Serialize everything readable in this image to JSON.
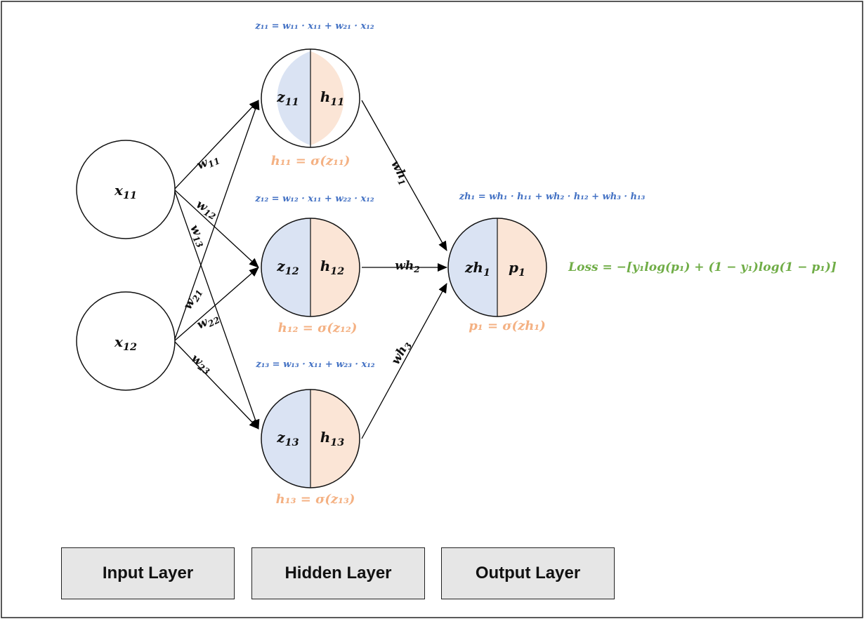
{
  "colors": {
    "z_fill": "#DAE3F3",
    "h_fill": "#FBE5D6",
    "blue_text": "#4472C4",
    "orange_text": "#F4B183",
    "green_text": "#70AD47"
  },
  "nodes": {
    "x11": {
      "base": "x",
      "sub": "11"
    },
    "x12": {
      "base": "x",
      "sub": "12"
    },
    "hidden": [
      {
        "z_base": "z",
        "z_sub": "11",
        "h_base": "h",
        "h_sub": "11"
      },
      {
        "z_base": "z",
        "z_sub": "12",
        "h_base": "h",
        "h_sub": "12"
      },
      {
        "z_base": "z",
        "z_sub": "13",
        "h_base": "h",
        "h_sub": "13"
      }
    ],
    "output": {
      "z_base": "zh",
      "z_sub": "1",
      "p_base": "p",
      "p_sub": "1"
    }
  },
  "weights": {
    "w11": {
      "base": "w",
      "sub": "11"
    },
    "w12": {
      "base": "w",
      "sub": "12"
    },
    "w13": {
      "base": "w",
      "sub": "13"
    },
    "w21": {
      "base": "w",
      "sub": "21"
    },
    "w22": {
      "base": "w",
      "sub": "22"
    },
    "w23": {
      "base": "w",
      "sub": "23"
    },
    "wh1": {
      "base": "wh",
      "sub": "1"
    },
    "wh2": {
      "base": "wh",
      "sub": "2"
    },
    "wh3": {
      "base": "wh",
      "sub": "3"
    }
  },
  "equations": {
    "z11": "z₁₁ = w₁₁ · x₁₁ + w₂₁ · x₁₂",
    "z12": "z₁₂ = w₁₂ · x₁₁ + w₂₂ · x₁₂",
    "z13": "z₁₃ = w₁₃ · x₁₁ + w₂₃ · x₁₂",
    "zh1": "zh₁ =  wh₁ · h₁₁ + wh₂ ·  h₁₂ + wh₃ ·  h₁₃",
    "h11": "h₁₁ = σ(z₁₁)",
    "h12": "h₁₂ = σ(z₁₂)",
    "h13": "h₁₃ = σ(z₁₃)",
    "p1": "p₁ = σ(zh₁)",
    "loss": "Loss  = −[y₁log(p₁) + (1 − y₁)log(1 − p₁)]"
  },
  "layers": {
    "input": "Input Layer",
    "hidden": "Hidden Layer",
    "output": "Output Layer"
  }
}
